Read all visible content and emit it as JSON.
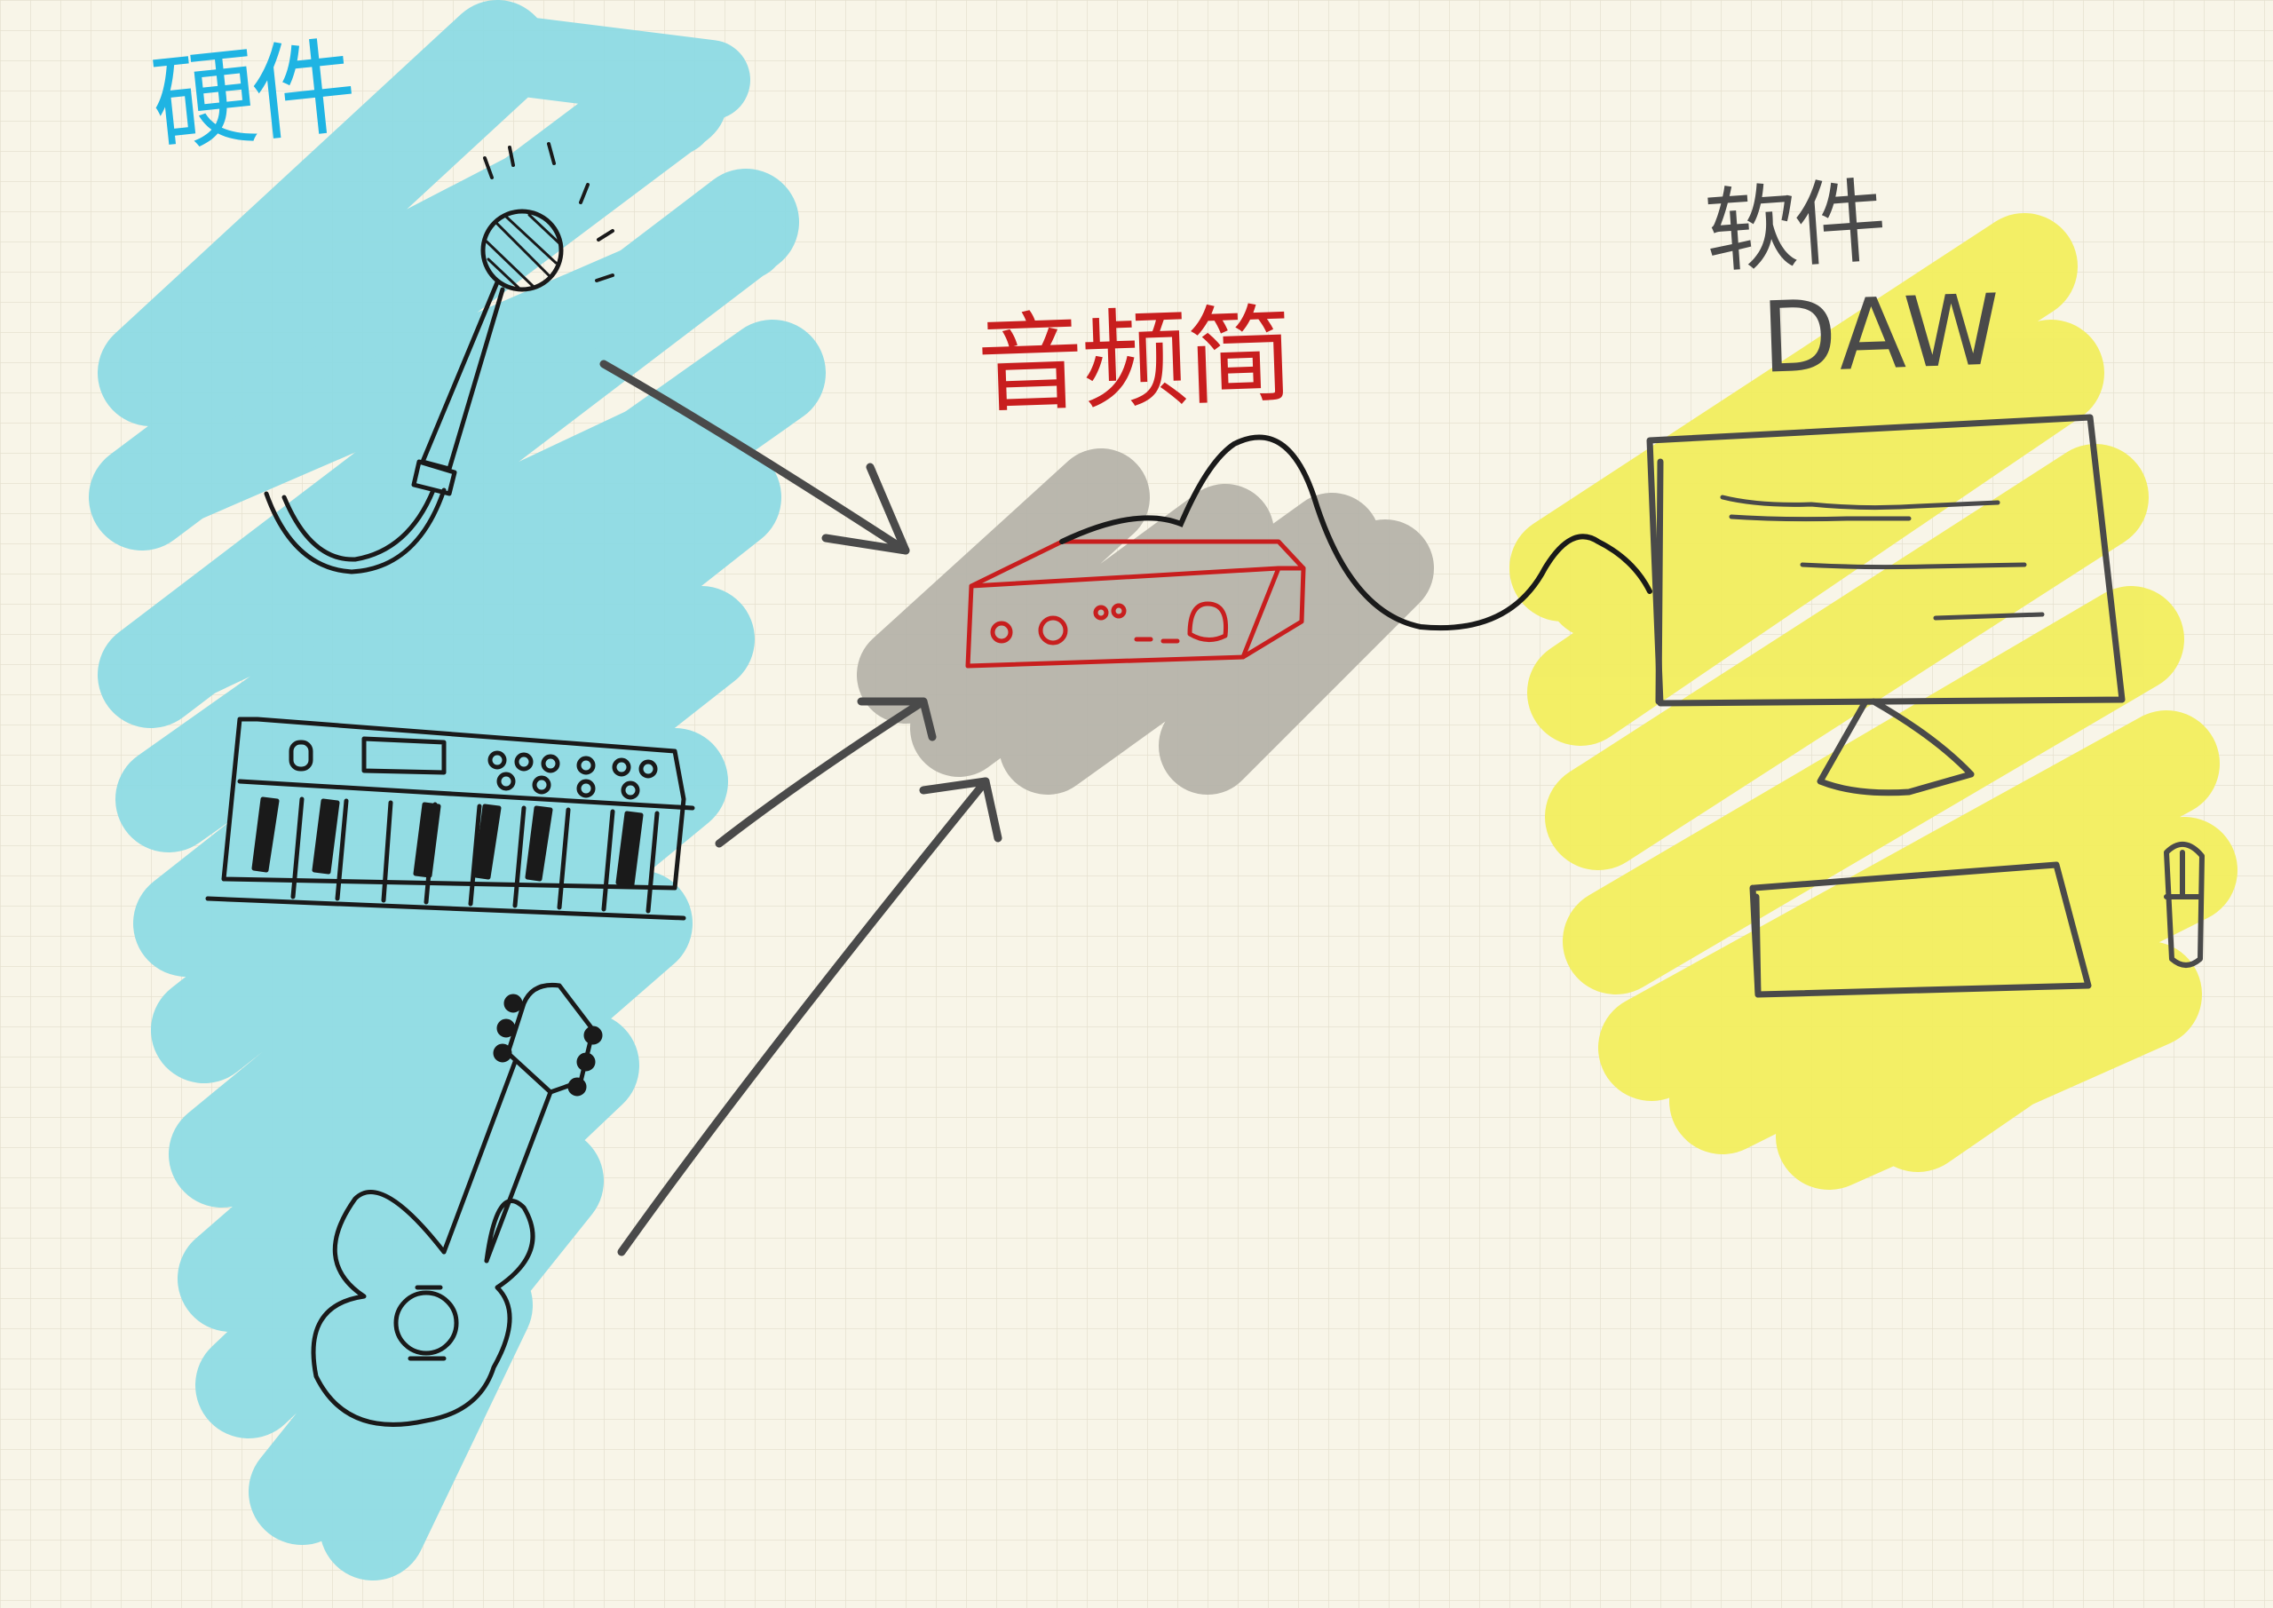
{
  "labels": {
    "hardware": "硬件",
    "interface": "音频简",
    "software": "软件",
    "daw": "DAW"
  },
  "colors": {
    "paper": "#f8f5e8",
    "grid": "#e6e1cf",
    "hardware_highlight": "#8edbe4",
    "hardware_text": "#1fb4e3",
    "interface_shadow": "#b3b0a6",
    "interface_red": "#c81e1e",
    "software_highlight": "#f2ee5e",
    "ink": "#1a1a1a",
    "arrow": "#4a4a4a"
  },
  "icons": [
    "microphone-icon",
    "keyboard-icon",
    "guitar-icon",
    "audio-interface-icon",
    "monitor-icon",
    "computer-keyboard-icon",
    "mouse-icon"
  ]
}
